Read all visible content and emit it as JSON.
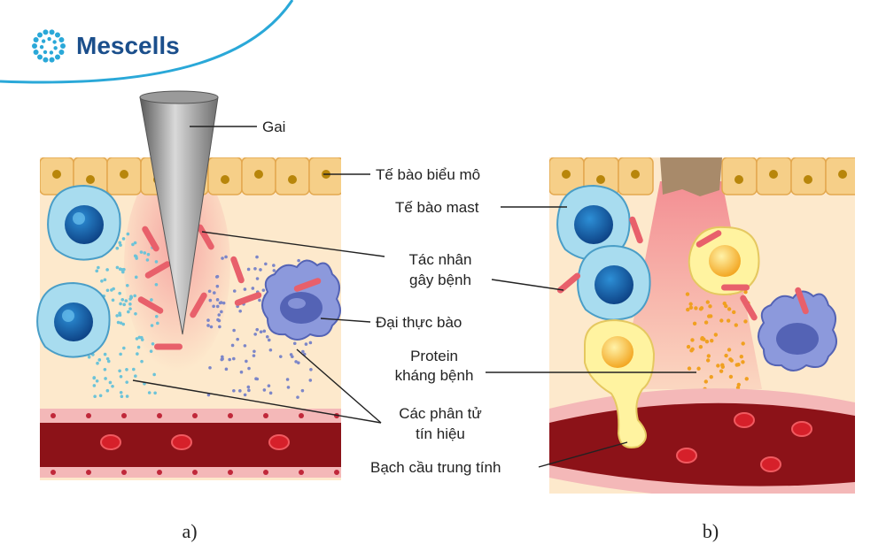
{
  "brand": {
    "name": "Mescells",
    "logo_icon": "dotted-ring-logo-icon",
    "color": "#1b4f8c",
    "accent": "#2aa8d8"
  },
  "labels": {
    "spine": "Gai",
    "epithelial": "Tế bào biểu mô",
    "mast": "Tế bào mast",
    "pathogen_line1": "Tác nhân",
    "pathogen_line2": "gây bệnh",
    "macrophage": "Đại thực bào",
    "protein_line1": "Protein",
    "protein_line2": "kháng bệnh",
    "signal_line1": "Các phân tử",
    "signal_line2": "tín hiệu",
    "neutrophil": "Bạch cầu trung tính"
  },
  "captions": {
    "a": "a)",
    "b": "b)"
  },
  "colors": {
    "tissue": "#fde9cc",
    "epithelium": "#f6cf88",
    "nucleus": "#b8860b",
    "vessel_wall": "#f4b8b8",
    "vessel_lumen": "#8c1218",
    "rbc": "#d6202a",
    "mast_cell": "#5aa7c9",
    "macrophage": "#6f7fc8",
    "neutrophil": "#fff3a0",
    "pathogen": "#e8606b",
    "inflammation": "#f07080"
  }
}
